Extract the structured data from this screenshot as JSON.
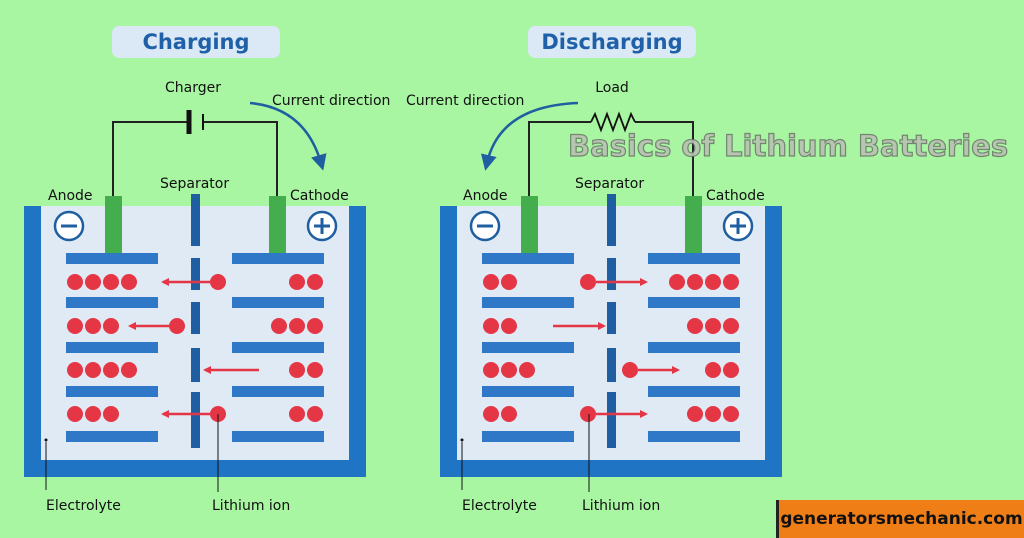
{
  "colors": {
    "background": "#a8f5a2",
    "tank": "#1f74c4",
    "electrolyte": "#dfeaf5",
    "electrode": "#2f78c8",
    "terminal": "#44ad4e",
    "separator": "#1f5ea0",
    "ion": "#e53646",
    "arrow": "#e53646",
    "current_arrow": "#1f5ea0",
    "pill": "#dbe9f6",
    "pill_text": "#2060a8",
    "badge": "#f07e17"
  },
  "watermark": "Basics of Lithium Batteries",
  "site": "generatorsmechanic.com",
  "charging": {
    "title": "Charging",
    "source_label": "Charger",
    "current_label": "Current direction",
    "anode_label": "Anode",
    "cathode_label": "Cathode",
    "separator_label": "Separator",
    "electrolyte_label": "Electrolyte",
    "ion_label": "Lithium ion",
    "anode_sign": "−",
    "cathode_sign": "+",
    "anode_ion_counts": [
      4,
      3,
      4,
      3
    ],
    "cathode_ion_counts": [
      2,
      3,
      2,
      2
    ],
    "moving_ion": [
      true,
      true,
      false,
      true
    ]
  },
  "discharging": {
    "title": "Discharging",
    "source_label": "Load",
    "current_label": "Current direction",
    "anode_label": "Anode",
    "cathode_label": "Cathode",
    "separator_label": "Separator",
    "electrolyte_label": "Electrolyte",
    "ion_label": "Lithium ion",
    "anode_sign": "−",
    "cathode_sign": "+",
    "anode_ion_counts": [
      2,
      2,
      3,
      2
    ],
    "cathode_ion_counts": [
      4,
      3,
      2,
      3
    ],
    "moving_ion": [
      true,
      false,
      true,
      true
    ]
  }
}
